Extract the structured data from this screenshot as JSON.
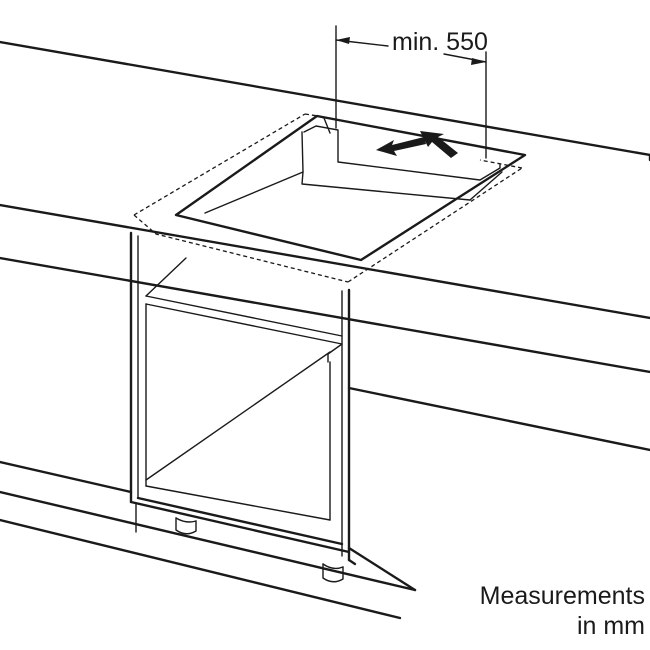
{
  "diagram": {
    "dimension": {
      "label": "min. 550"
    },
    "note": {
      "line1": "Measurements",
      "line2": "in mm"
    },
    "colors": {
      "line": "#1a1a1a",
      "background": "#ffffff"
    }
  }
}
